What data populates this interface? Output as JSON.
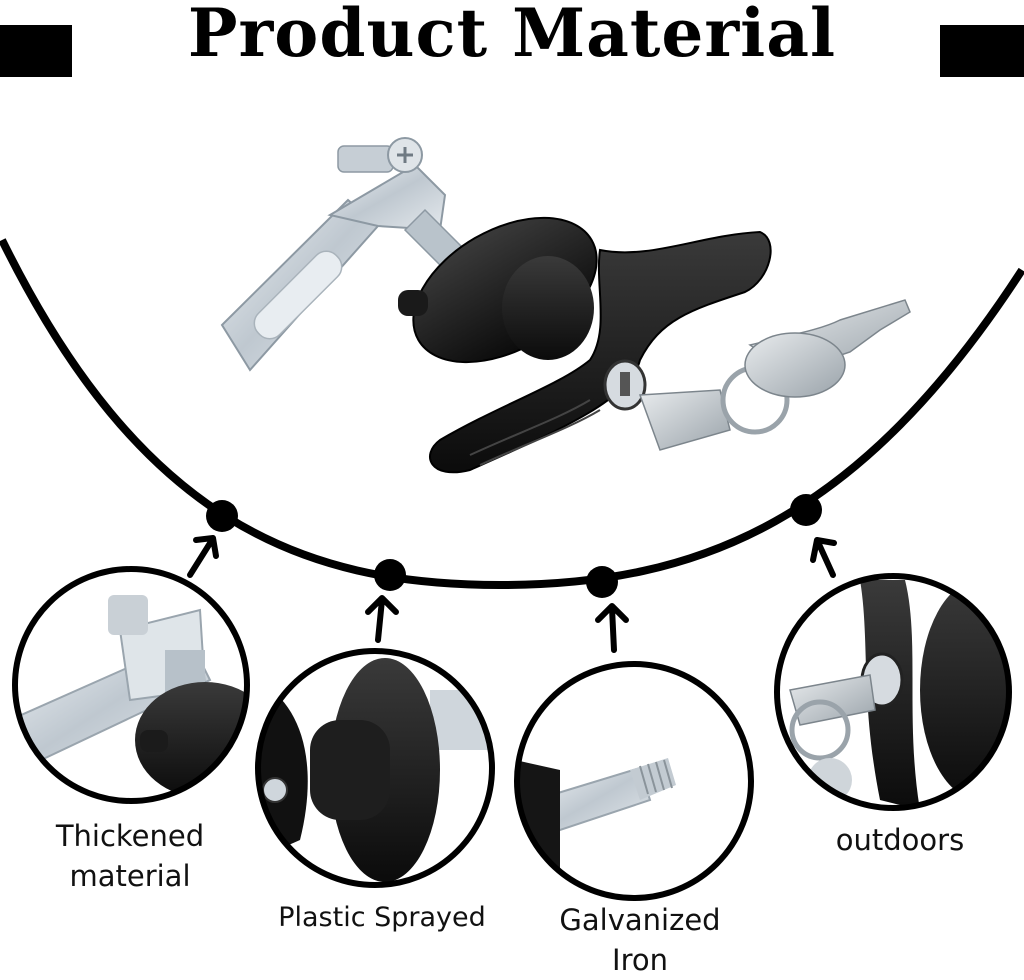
{
  "title": "Product Material",
  "labels": {
    "thickened": "Thickened material",
    "plastic": "Plastic Sprayed",
    "galvanized": "Galvanized Iron",
    "outdoors": "outdoors"
  },
  "colors": {
    "ink": "#000000",
    "metal": "#cfd6dc",
    "handle": "#161616"
  }
}
